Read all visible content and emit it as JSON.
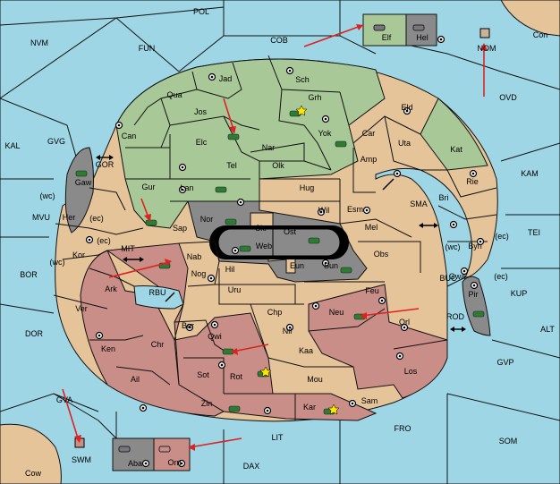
{
  "map": {
    "sea_regions": [
      "POL",
      "NVM",
      "FUN",
      "COB",
      "Con",
      "NOM",
      "OVD",
      "KAL",
      "GVG",
      "KAM",
      "MVU",
      "TEI",
      "BOR",
      "KUP",
      "DOR",
      "ALT",
      "GVP",
      "GVA",
      "FRO",
      "SOM",
      "SWM",
      "LIT",
      "DAX",
      "Cow",
      "GOR",
      "MIT",
      "RBU",
      "SMA",
      "BUC",
      "ROD"
    ],
    "land_green": [
      "Jad",
      "Sch",
      "Qua",
      "Grh",
      "Jos",
      "Can",
      "Elc",
      "Nar",
      "Yok",
      "Tel",
      "Gur",
      "Lan",
      "Kat",
      "Elf"
    ],
    "land_tan": [
      "Eld",
      "Car",
      "Uta",
      "Amp",
      "Olk",
      "Hug",
      "Rie",
      "Wil",
      "Esm",
      "Bri",
      "Mel",
      "Her",
      "(wc)",
      "(ec)",
      "Kor",
      "Obs",
      "Byn",
      "Ark",
      "Nab",
      "Hil",
      "Uru",
      "Feu",
      "Gwa",
      "Ver",
      "Nog",
      "Chp",
      "Bar",
      "Nil",
      "Ken",
      "Chr",
      "Kaa",
      "Los",
      "Ail",
      "Sam"
    ],
    "land_red": [
      "Neu",
      "Orl",
      "Qwi",
      "Rot",
      "Sot",
      "Mou",
      "Zin",
      "Kar",
      "Orn",
      "Sap"
    ],
    "land_grey": [
      "Gaw",
      "Hel",
      "Nor",
      "Skr",
      "Ost",
      "Web",
      "Sun",
      "Eun",
      "Pir",
      "Aba"
    ],
    "colors": {
      "sea": "#9fd6e6",
      "green": "#a9c897",
      "tan": "#e6c49a",
      "red": "#c98e87",
      "grey": "#8a8a8a",
      "arrow": "#d22222"
    }
  }
}
